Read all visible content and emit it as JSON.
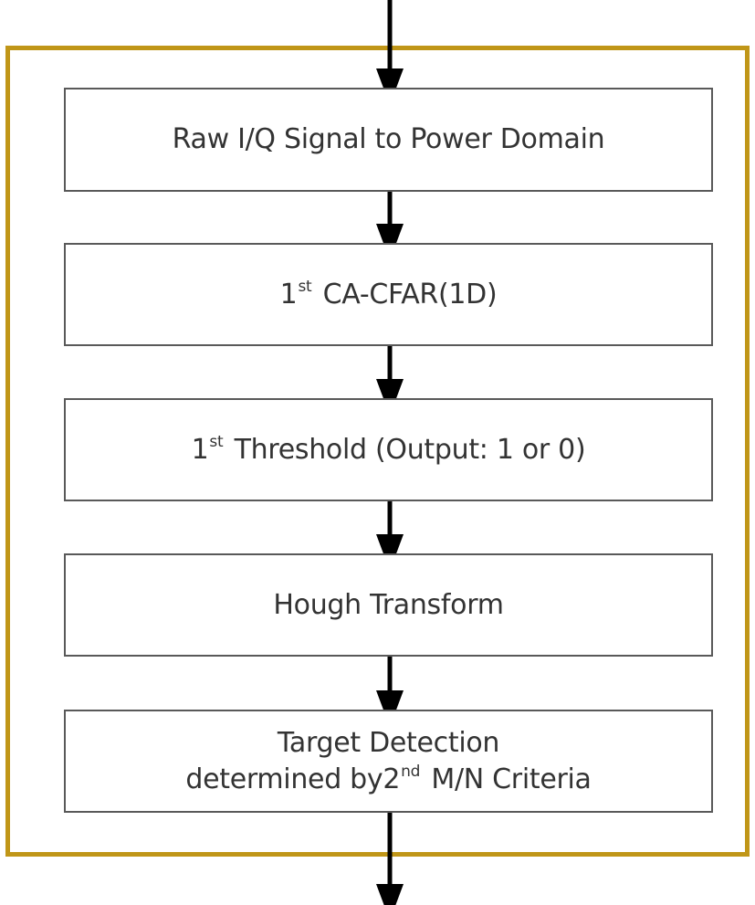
{
  "colors": {
    "frame": "#c09618",
    "box_border": "#595959",
    "arrow": "#000000",
    "text": "#333333"
  },
  "steps": [
    {
      "text": "Raw I/Q  Signal to Power Domain"
    },
    {
      "prefix": "1",
      "sup": "st",
      "suffix": " CA-CFAR(1D)"
    },
    {
      "prefix": "1",
      "sup": "st",
      "suffix": " Threshold (Output: 1 or 0)"
    },
    {
      "text": "Hough Transform"
    },
    {
      "line1": "Target Detection",
      "prefix": "determined  by2",
      "sup": "nd",
      "suffix": " M/N  Criteria"
    }
  ]
}
